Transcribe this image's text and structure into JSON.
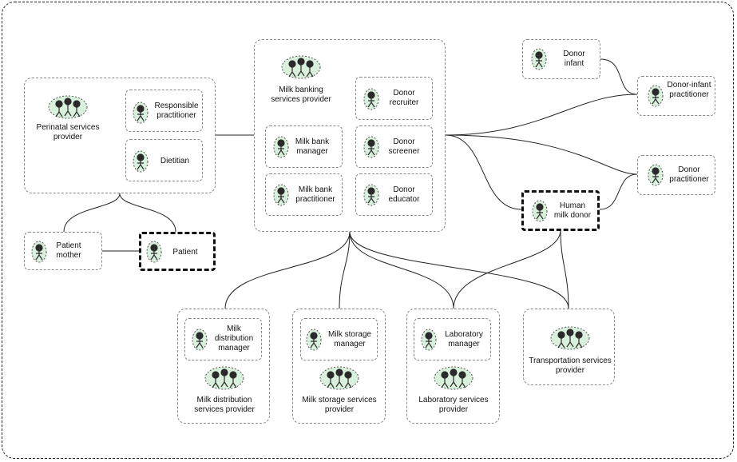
{
  "groups": {
    "perinatal": "Perinatal services provider",
    "milk_banking": "Milk banking services provider",
    "milk_distribution": "Milk distribution services provider",
    "milk_storage": "Milk storage services provider",
    "laboratory": "Laboratory services provider",
    "transportation": "Transportation services provider"
  },
  "roles": {
    "responsible_practitioner": "Responsible practitioner",
    "dietitian": "Dietitian",
    "patient_mother": "Patient mother",
    "patient": "Patient",
    "donor_recruiter": "Donor recruiter",
    "milk_bank_manager": "Milk bank manager",
    "donor_screener": "Donor screener",
    "milk_bank_practitioner": "Milk bank practitioner",
    "donor_educator": "Donor educator",
    "donor_infant": "Donor infant",
    "donor_infant_practitioner": "Donor-infant practitioner",
    "donor_practitioner": "Donor practitioner",
    "human_milk_donor": "Human milk donor",
    "milk_distribution_manager": "Milk distribution manager",
    "milk_storage_manager": "Milk storage manager",
    "laboratory_manager": "Laboratory manager"
  },
  "colors": {
    "icon_fill": "#d8f0dc",
    "icon_dark": "#2a2a2a",
    "border": "#888888",
    "strong_border": "#111111"
  }
}
